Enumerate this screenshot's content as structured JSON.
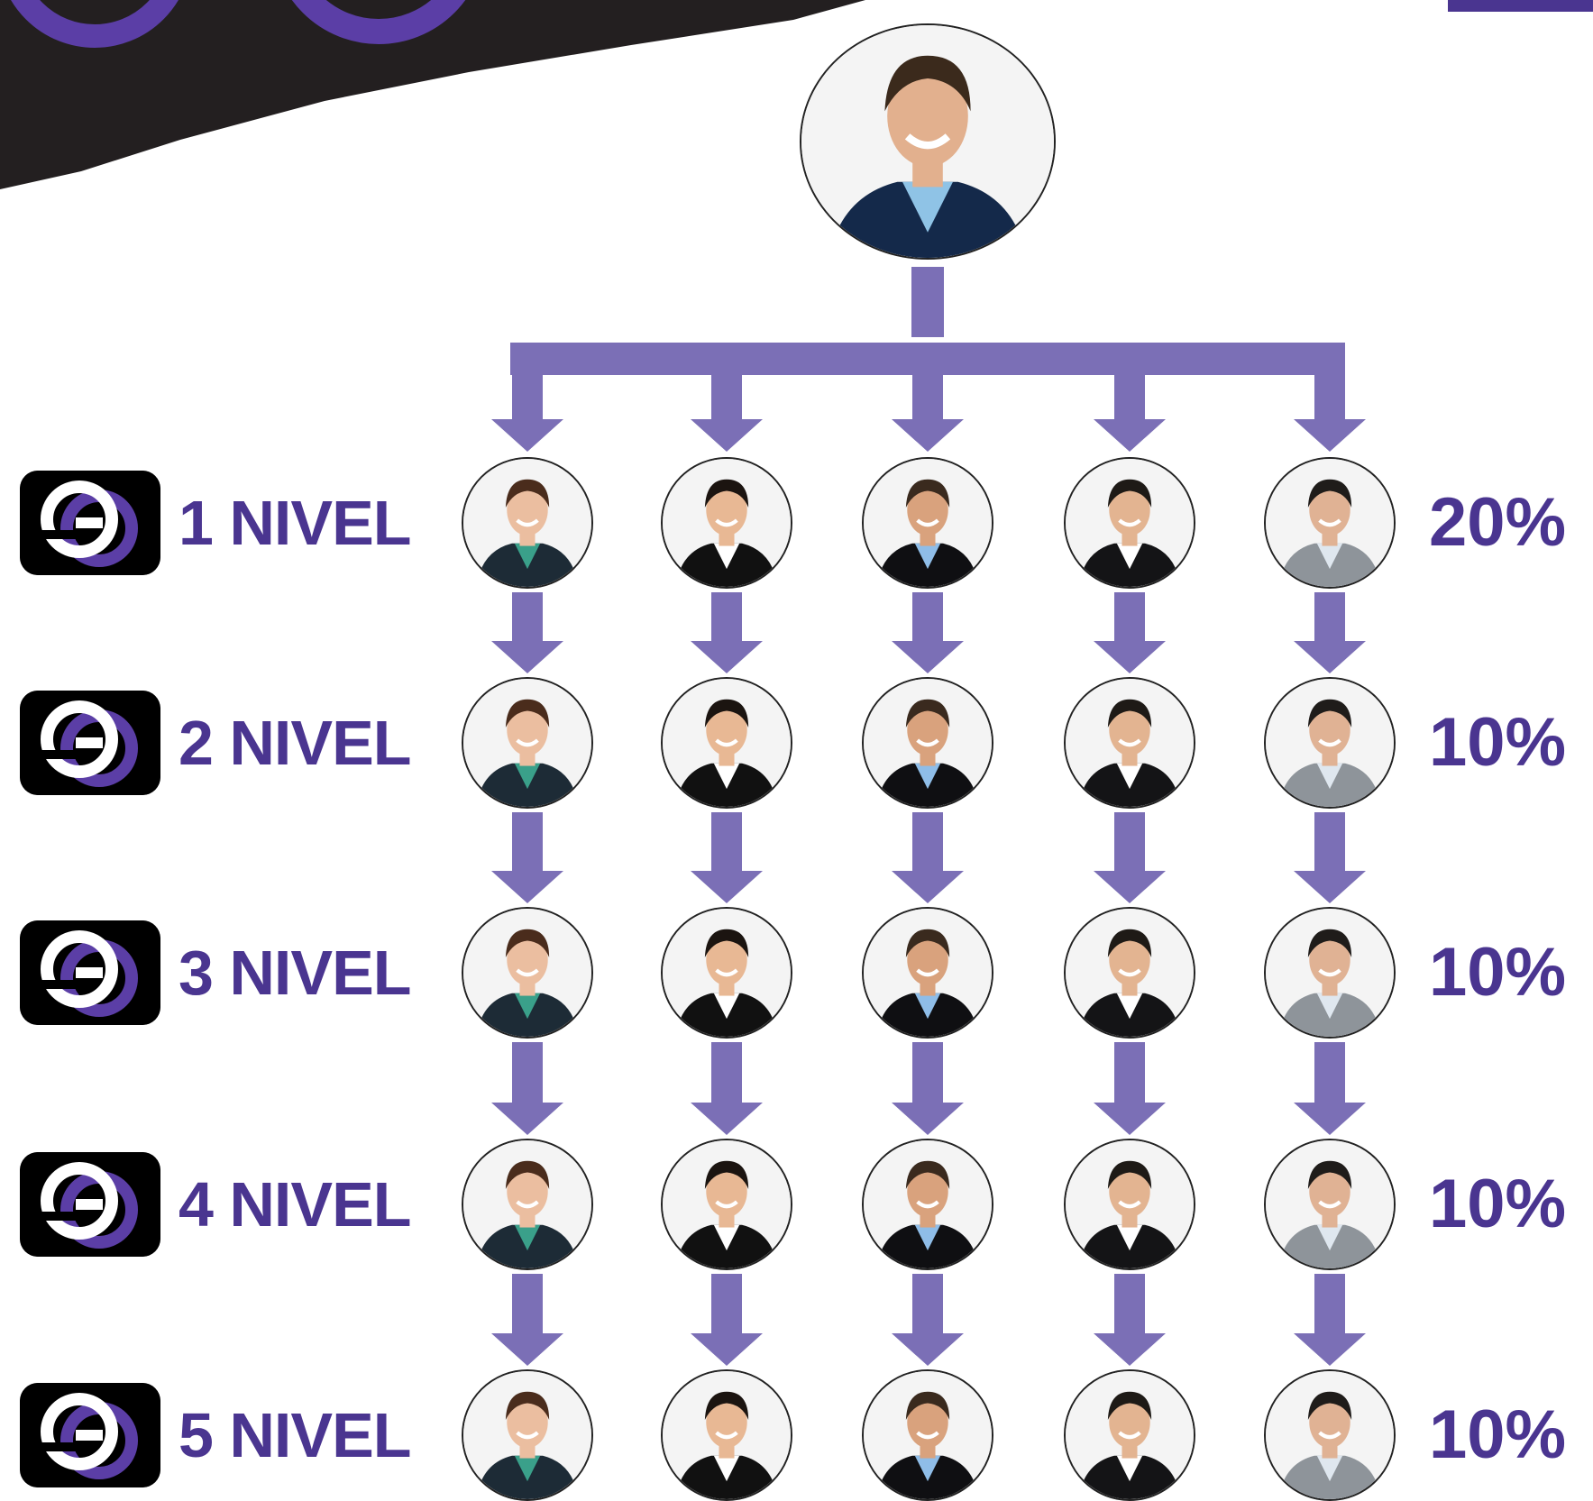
{
  "colors": {
    "accent": "#4a3590",
    "connector": "#7b6fb6",
    "banner": "#231f20",
    "banner_ring": "#5b3ea6"
  },
  "root": {
    "avatar": "man-in-blue-suit-photo"
  },
  "columns": [
    {
      "avatar": "smiling-woman-scarf-photo"
    },
    {
      "avatar": "young-woman-photo"
    },
    {
      "avatar": "man-tie-photo"
    },
    {
      "avatar": "young-man-suit-photo"
    },
    {
      "avatar": "man-grey-suit-photo"
    }
  ],
  "levels": [
    {
      "label": "1 NIVEL",
      "percent": "20%",
      "logo": "gg-logo-icon"
    },
    {
      "label": "2 NIVEL",
      "percent": "10%",
      "logo": "gg-logo-icon"
    },
    {
      "label": "3 NIVEL",
      "percent": "10%",
      "logo": "gg-logo-icon"
    },
    {
      "label": "4 NIVEL",
      "percent": "10%",
      "logo": "gg-logo-icon"
    },
    {
      "label": "5 NIVEL",
      "percent": "10%",
      "logo": "gg-logo-icon"
    }
  ]
}
